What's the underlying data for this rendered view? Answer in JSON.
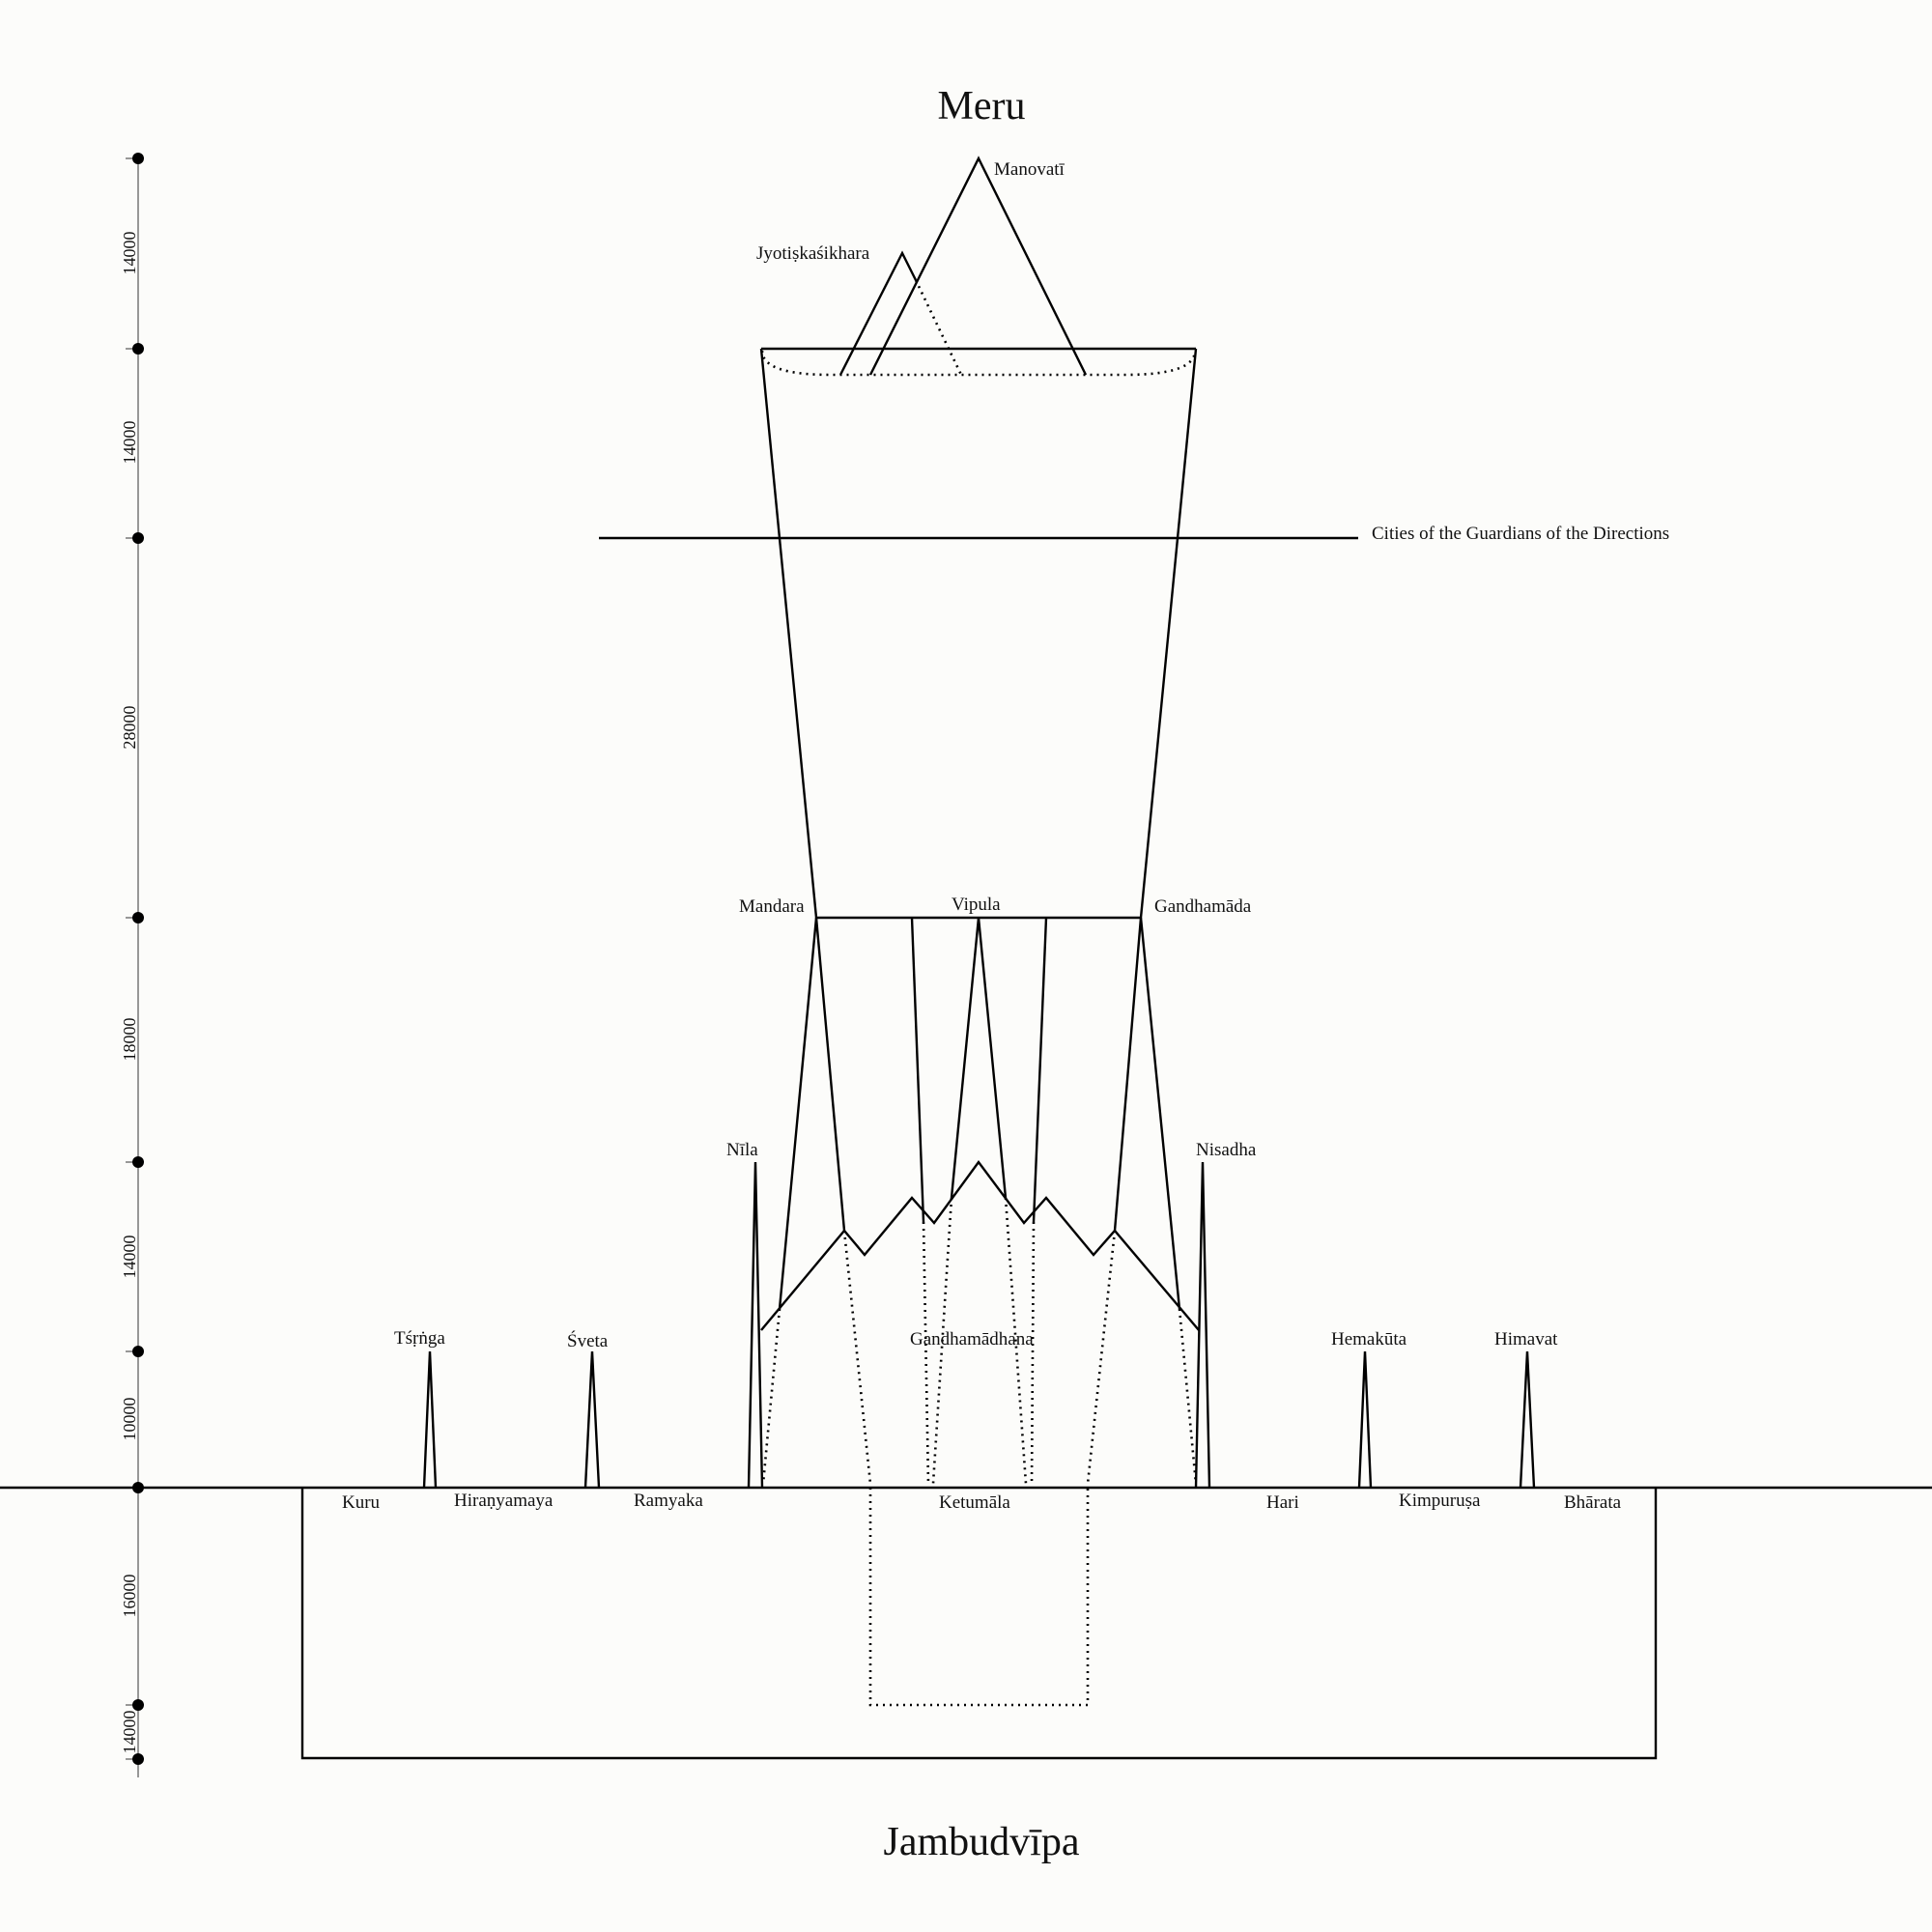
{
  "titles": {
    "top": "Meru",
    "bottom": "Jambudvīpa"
  },
  "scale": {
    "labels": [
      "14000",
      "14000",
      "28000",
      "18000",
      "14000",
      "10000",
      "16000",
      "14000"
    ]
  },
  "meru": {
    "summit": "Manovatī",
    "side_peak": "Jyotiṣkaśikhara",
    "cities": "Cities of the Guardians of the Directions",
    "buttress_left": "Mandara",
    "buttress_center": "Vipula",
    "buttress_right": "Gandhamāda",
    "lower": "Gandhamādhana"
  },
  "mountains": {
    "trinrga": "Tśṛṅga",
    "sveta": "Śveta",
    "nila": "Nīla",
    "nisadha": "Nisadha",
    "hemakuta": "Hemakūta",
    "himavat": "Himavat"
  },
  "regions": {
    "kuru": "Kuru",
    "hiranyamaya": "Hiraṇyamaya",
    "ramyaka": "Ramyaka",
    "ketumala": "Ketumāla",
    "hari": "Hari",
    "kimpurusa": "Kimpuruṣa",
    "bharata": "Bhārata"
  }
}
